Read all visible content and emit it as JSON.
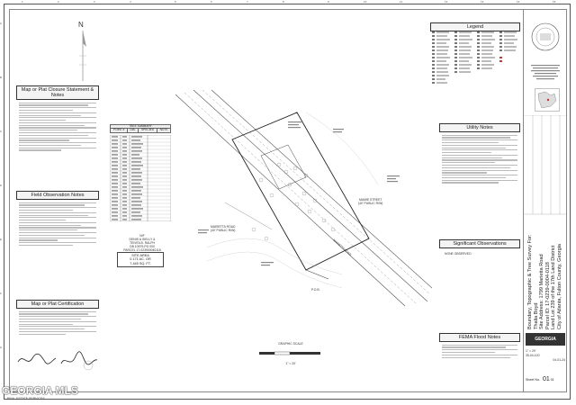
{
  "notes": {
    "closure_title": "Map or Plat Closure Statement & Notes",
    "field_title": "Field Observation Notes",
    "cert_title": "Map or Plat Certification"
  },
  "legend": {
    "title": "Legend"
  },
  "utility": {
    "title": "Utility Notes"
  },
  "significant": {
    "title": "Significant Observations",
    "item": "NONE OBSERVED"
  },
  "fema": {
    "title": "FEMA Flood Notes"
  },
  "tree_table": {
    "title": "TREE SUMMARY",
    "headers": [
      "POINT #",
      "DIA.",
      "SPECIES",
      "NOTE"
    ]
  },
  "site": {
    "owner_block": "N/F\nDENIS & SIELLY &\nTENITA B. RALPH\nDB 10579-PG 000\nPARCEL 17-023900040118",
    "site_area_label": "SITE AREA",
    "acres": "0.171 AC. OR",
    "sqft": "7,445 SQ. FT."
  },
  "roads": {
    "marietta": "MARIETTA ROAD",
    "marietta_sub": "(40' PUBLIC R/W)",
    "mamie": "MAMIE STREET",
    "mamie_sub": "(40' PUBLIC R/W)",
    "pob": "P.O.B."
  },
  "scale": {
    "graphic": "GRAPHIC SCALE",
    "text": "1\" = 20'"
  },
  "title_block": {
    "project_title": "Boundary, Topographic & Tree Survey For:",
    "client": "Thalia Boyd",
    "address": "Site Address: 1799 Marietta Road",
    "parcel": "Parcel ID: 17-0239-0004-0118",
    "land_lot": "Land Lot 239 of the 17th Land District",
    "county": "City of Atlanta, Fulton County, Georgia",
    "sheet_label": "Sheet No.",
    "sheet_no": "01",
    "sheet_of": "01",
    "job_no": "35-04-100",
    "date": "04-01-24",
    "scale": "1\" = 20'",
    "company": "GEORGIA"
  },
  "watermark": {
    "logo": "GEORGIA MLS",
    "sub": "REAL ESTATE SERVICES"
  },
  "north": "N"
}
